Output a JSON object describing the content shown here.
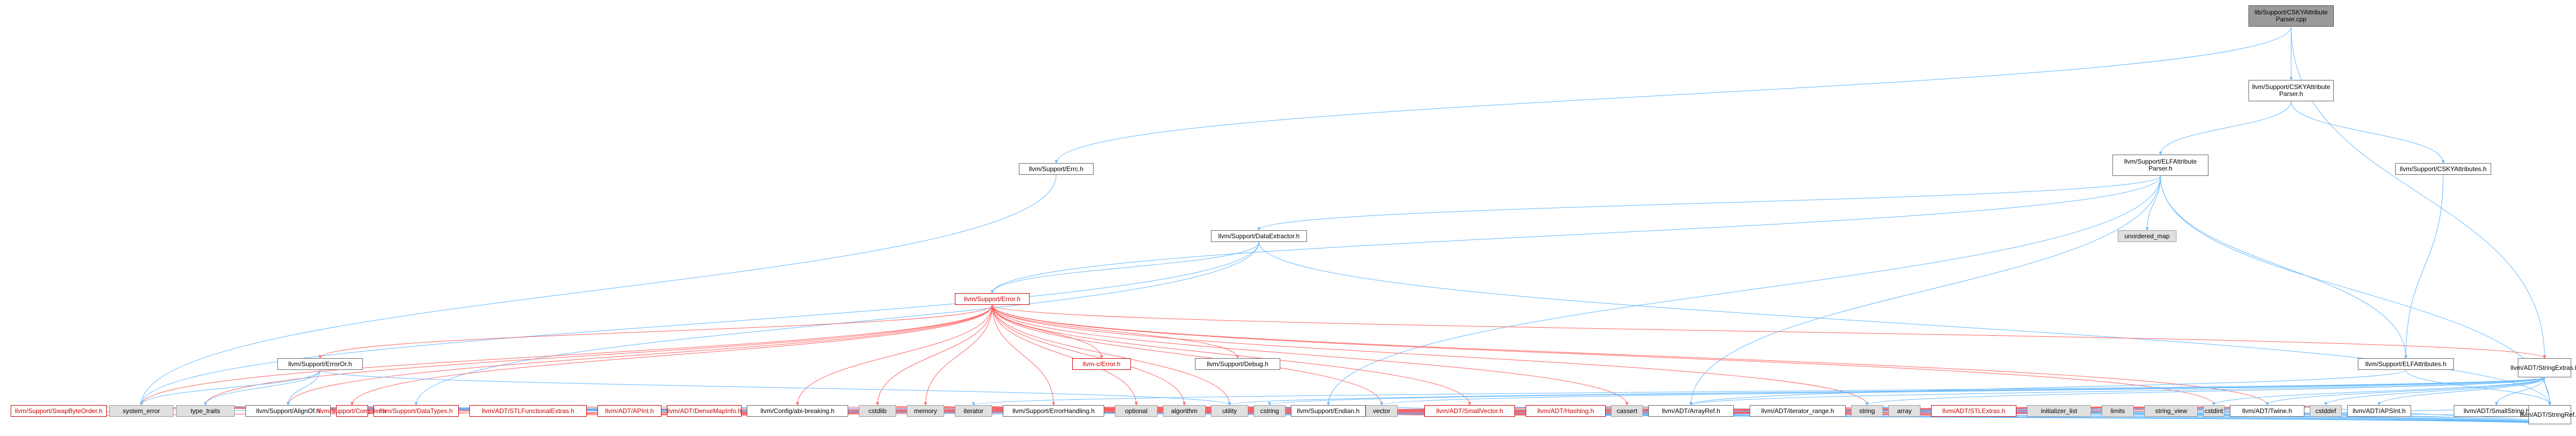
{
  "diagram": {
    "colors": {
      "edge_blue": "#63b8ff",
      "edge_red": "#ff6060",
      "red_text": "#cc0000",
      "sys_fill": "#e0e0e0",
      "root_fill": "#9a9a9a"
    },
    "nodes": [
      {
        "id": "root",
        "label": "lib/Support/CSKYAttribute\nParser.cpp",
        "style": "root"
      },
      {
        "id": "cskyparser",
        "label": "llvm/Support/CSKYAttribute\nParser.h"
      },
      {
        "id": "errc",
        "label": "llvm/Support/Errc.h"
      },
      {
        "id": "elfparser",
        "label": "llvm/Support/ELFAttribute\nParser.h"
      },
      {
        "id": "cskyattrs",
        "label": "llvm/Support/CSKYAttributes.h"
      },
      {
        "id": "dataextractor",
        "label": "llvm/Support/DataExtractor.h"
      },
      {
        "id": "unordered_map",
        "label": "unordered_map",
        "style": "sys"
      },
      {
        "id": "error",
        "label": "llvm/Support/Error.h",
        "style": "red"
      },
      {
        "id": "elfattrs",
        "label": "llvm/Support/ELFAttributes.h"
      },
      {
        "id": "stringextras",
        "label": "llvm/ADT/StringExtras.h"
      },
      {
        "id": "errorh",
        "label": "llvm/Support/ErrorOr.h"
      },
      {
        "id": "cerror",
        "label": "llvm-c/Error.h",
        "style": "red"
      },
      {
        "id": "debug",
        "label": "llvm/Support/Debug.h"
      },
      {
        "id": "system_error",
        "label": "system_error",
        "style": "sys"
      },
      {
        "id": "aligned",
        "label": "llvm/Support/AlignOf.h"
      },
      {
        "id": "arrayref",
        "label": "llvm/ADT/ArrayRef.h"
      },
      {
        "id": "twine",
        "label": "llvm/ADT/Twine.h"
      },
      {
        "id": "apsint",
        "label": "llvm/ADT/APSInt.h"
      },
      {
        "id": "smallstring",
        "label": "llvm/ADT/SmallString.h"
      },
      {
        "id": "stringref",
        "label": "llvm/ADT/StringRef.h"
      },
      {
        "id": "vector",
        "label": "vector",
        "style": "sys"
      },
      {
        "id": "array",
        "label": "array",
        "style": "sys"
      },
      {
        "id": "smallvector",
        "label": "llvm/ADT/SmallVector.h",
        "style": "red"
      },
      {
        "id": "stlextras",
        "label": "llvm/ADT/STLExtras.h",
        "style": "red"
      },
      {
        "id": "configabi",
        "label": "llvm/Config/abi-breaking.h"
      },
      {
        "id": "cstdlib",
        "label": "cstdlib",
        "style": "sys"
      },
      {
        "id": "memory",
        "label": "memory",
        "style": "sys"
      },
      {
        "id": "iterator",
        "label": "iterator",
        "style": "sys"
      },
      {
        "id": "initializer_list",
        "label": "initializer_list",
        "style": "sys"
      },
      {
        "id": "limits",
        "label": "limits",
        "style": "sys"
      },
      {
        "id": "hashing",
        "label": "llvm/ADT/Hashing.h",
        "style": "red"
      },
      {
        "id": "iterrange",
        "label": "llvm/ADT/iterator_range.h"
      },
      {
        "id": "string_view",
        "label": "string_view",
        "style": "sys"
      },
      {
        "id": "stlfunc",
        "label": "llvm/ADT/STLFunctionalExtras.h",
        "style": "red"
      },
      {
        "id": "apint",
        "label": "llvm/ADT/APInt.h",
        "style": "red"
      },
      {
        "id": "densemapinfo",
        "label": "llvm/ADT/DenseMapInfo.h",
        "style": "red"
      },
      {
        "id": "endian",
        "label": "llvm/Support/Endian.h"
      },
      {
        "id": "datatypes",
        "label": "llvm/Support/DataTypes.h",
        "style": "red"
      },
      {
        "id": "errorhandling",
        "label": "llvm/Support/ErrorHandling.h"
      },
      {
        "id": "optional",
        "label": "optional",
        "style": "sys"
      },
      {
        "id": "algorithm",
        "label": "algorithm",
        "style": "sys"
      },
      {
        "id": "utility",
        "label": "utility",
        "style": "sys"
      },
      {
        "id": "cstring",
        "label": "cstring",
        "style": "sys"
      },
      {
        "id": "string",
        "label": "string",
        "style": "sys"
      },
      {
        "id": "cassert",
        "label": "cassert",
        "style": "sys"
      },
      {
        "id": "swapbyteorder",
        "label": "llvm/Support/SwapByteOrder.h",
        "style": "red"
      },
      {
        "id": "type_traits",
        "label": "type_traits",
        "style": "sys"
      },
      {
        "id": "compiler",
        "label": "llvm/Support/Compiler.h",
        "style": "red"
      },
      {
        "id": "cstdint",
        "label": "cstdint",
        "style": "sys"
      },
      {
        "id": "cstddef",
        "label": "cstddef",
        "style": "sys"
      }
    ],
    "edges": [
      [
        "root",
        "cskyparser"
      ],
      [
        "root",
        "errc"
      ],
      [
        "root",
        "stringextras"
      ],
      [
        "cskyparser",
        "elfparser"
      ],
      [
        "cskyparser",
        "cskyattrs"
      ],
      [
        "cskyattrs",
        "elfattrs"
      ],
      [
        "errc",
        "system_error"
      ],
      [
        "elfparser",
        "dataextractor"
      ],
      [
        "elfparser",
        "unordered_map"
      ],
      [
        "elfparser",
        "error"
      ],
      [
        "elfparser",
        "elfattrs"
      ],
      [
        "elfparser",
        "arrayref"
      ],
      [
        "elfparser",
        "stringref"
      ],
      [
        "elfparser",
        "endian"
      ],
      [
        "dataextractor",
        "error"
      ],
      [
        "dataextractor",
        "stringref"
      ],
      [
        "dataextractor",
        "system_error"
      ],
      [
        "dataextractor",
        "datatypes"
      ],
      [
        "elfattrs",
        "arrayref"
      ],
      [
        "elfattrs",
        "stringref"
      ],
      [
        "error",
        "errorh"
      ],
      [
        "error",
        "cerror"
      ],
      [
        "error",
        "debug"
      ],
      [
        "error",
        "system_error"
      ],
      [
        "error",
        "aligned"
      ],
      [
        "error",
        "stringextras"
      ],
      [
        "error",
        "twine"
      ],
      [
        "error",
        "smallvector"
      ],
      [
        "error",
        "configabi"
      ],
      [
        "error",
        "cstdlib"
      ],
      [
        "error",
        "memory"
      ],
      [
        "error",
        "vector"
      ],
      [
        "error",
        "errorhandling"
      ],
      [
        "error",
        "compiler"
      ],
      [
        "error",
        "type_traits"
      ],
      [
        "error",
        "cassert"
      ],
      [
        "error",
        "cstdint"
      ],
      [
        "error",
        "string"
      ],
      [
        "error",
        "utility"
      ],
      [
        "error",
        "optional"
      ],
      [
        "error",
        "algorithm"
      ],
      [
        "errorh",
        "aligned"
      ],
      [
        "errorh",
        "system_error"
      ],
      [
        "errorh",
        "type_traits"
      ],
      [
        "errorh",
        "utility"
      ],
      [
        "aligned",
        "type_traits"
      ],
      [
        "stringextras",
        "arrayref"
      ],
      [
        "stringextras",
        "apsint"
      ],
      [
        "stringextras",
        "smallstring"
      ],
      [
        "stringextras",
        "stringref"
      ],
      [
        "stringextras",
        "twine"
      ],
      [
        "stringextras",
        "iterator"
      ],
      [
        "stringextras",
        "string"
      ],
      [
        "stringextras",
        "cstring"
      ],
      [
        "stringextras",
        "cstddef"
      ],
      [
        "stringextras",
        "cstdint"
      ],
      [
        "stringextras",
        "utility"
      ],
      [
        "stringextras",
        "vector"
      ],
      [
        "arrayref",
        "hashing"
      ],
      [
        "arrayref",
        "smallvector"
      ],
      [
        "arrayref",
        "stlextras"
      ],
      [
        "arrayref",
        "compiler"
      ],
      [
        "arrayref",
        "algorithm"
      ],
      [
        "arrayref",
        "array"
      ],
      [
        "arrayref",
        "cassert"
      ],
      [
        "arrayref",
        "cstddef"
      ],
      [
        "arrayref",
        "initializer_list"
      ],
      [
        "arrayref",
        "iterator"
      ],
      [
        "arrayref",
        "memory"
      ],
      [
        "arrayref",
        "type_traits"
      ],
      [
        "arrayref",
        "vector"
      ],
      [
        "twine",
        "smallvector"
      ],
      [
        "twine",
        "stringref"
      ],
      [
        "twine",
        "errorhandling"
      ],
      [
        "twine",
        "cassert"
      ],
      [
        "twine",
        "cstdint"
      ],
      [
        "twine",
        "string"
      ],
      [
        "twine",
        "string_view"
      ],
      [
        "apsint",
        "apint"
      ],
      [
        "smallstring",
        "smallvector"
      ],
      [
        "smallstring",
        "stringref"
      ],
      [
        "stringref",
        "densemapinfo"
      ],
      [
        "stringref",
        "stlfunc"
      ],
      [
        "stringref",
        "iterrange"
      ],
      [
        "stringref",
        "compiler"
      ],
      [
        "stringref",
        "algorithm"
      ],
      [
        "stringref",
        "cassert"
      ],
      [
        "stringref",
        "cstddef"
      ],
      [
        "stringref",
        "cstring"
      ],
      [
        "stringref",
        "limits"
      ],
      [
        "stringref",
        "string"
      ],
      [
        "stringref",
        "string_view"
      ],
      [
        "stringref",
        "type_traits"
      ],
      [
        "stringref",
        "utility"
      ],
      [
        "smallvector",
        "compiler"
      ],
      [
        "smallvector",
        "type_traits"
      ],
      [
        "smallvector",
        "algorithm"
      ],
      [
        "smallvector",
        "cassert"
      ],
      [
        "smallvector",
        "cstddef"
      ],
      [
        "smallvector",
        "cstdlib"
      ],
      [
        "smallvector",
        "cstring"
      ],
      [
        "smallvector",
        "functional"
      ],
      [
        "smallvector",
        "initializer_list"
      ],
      [
        "smallvector",
        "iterator"
      ],
      [
        "smallvector",
        "limits"
      ],
      [
        "smallvector",
        "memory"
      ],
      [
        "smallvector",
        "utility"
      ],
      [
        "stlextras",
        "hashing"
      ],
      [
        "stlextras",
        "stlfunc"
      ],
      [
        "stlextras",
        "iterrange"
      ],
      [
        "stlextras",
        "configabi"
      ],
      [
        "stlextras",
        "errorhandling"
      ],
      [
        "stlextras",
        "algorithm"
      ],
      [
        "stlextras",
        "cassert"
      ],
      [
        "stlextras",
        "cstddef"
      ],
      [
        "stlextras",
        "cstdint"
      ],
      [
        "stlextras",
        "cstdlib"
      ],
      [
        "stlextras",
        "initializer_list"
      ],
      [
        "stlextras",
        "iterator"
      ],
      [
        "stlextras",
        "limits"
      ],
      [
        "stlextras",
        "memory"
      ],
      [
        "stlextras",
        "optional"
      ],
      [
        "stlextras",
        "type_traits"
      ],
      [
        "stlextras",
        "utility"
      ],
      [
        "hashing",
        "errorhandling"
      ],
      [
        "hashing",
        "swapbyteorder"
      ],
      [
        "hashing",
        "type_traits"
      ],
      [
        "hashing",
        "algorithm"
      ],
      [
        "hashing",
        "cassert"
      ],
      [
        "hashing",
        "cstring"
      ],
      [
        "hashing",
        "optional"
      ],
      [
        "hashing",
        "string"
      ],
      [
        "hashing",
        "tuple"
      ],
      [
        "hashing",
        "utility"
      ],
      [
        "iterrange",
        "utility"
      ],
      [
        "stlfunc",
        "type_traits"
      ],
      [
        "stlfunc",
        "utility"
      ],
      [
        "stlfunc",
        "cstdint"
      ],
      [
        "apint",
        "compiler"
      ],
      [
        "apint",
        "cassert"
      ],
      [
        "apint",
        "climits"
      ],
      [
        "apint",
        "cstring"
      ],
      [
        "apint",
        "optional"
      ],
      [
        "apint",
        "utility"
      ],
      [
        "densemapinfo",
        "cassert"
      ],
      [
        "densemapinfo",
        "cstddef"
      ],
      [
        "densemapinfo",
        "cstdint"
      ],
      [
        "densemapinfo",
        "tuple"
      ],
      [
        "densemapinfo",
        "type_traits"
      ],
      [
        "densemapinfo",
        "utility"
      ],
      [
        "endian",
        "compiler"
      ],
      [
        "endian",
        "swapbyteorder"
      ],
      [
        "endian",
        "cassert"
      ],
      [
        "endian",
        "cstddef"
      ],
      [
        "endian",
        "cstdint"
      ],
      [
        "endian",
        "cstring"
      ],
      [
        "endian",
        "type_traits"
      ],
      [
        "swapbyteorder",
        "cstddef"
      ],
      [
        "swapbyteorder",
        "cstdint"
      ],
      [
        "swapbyteorder",
        "type_traits"
      ],
      [
        "errorhandling",
        "compiler"
      ],
      [
        "datatypes",
        "type_traits"
      ]
    ]
  }
}
